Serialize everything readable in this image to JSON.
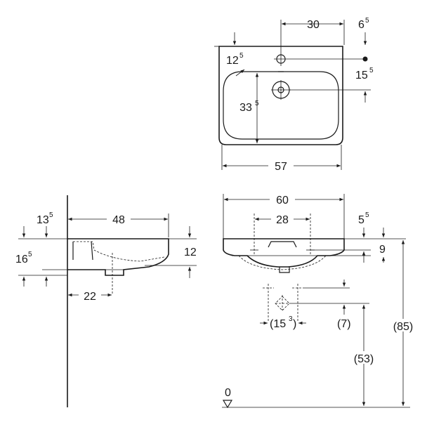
{
  "top_view": {
    "dim_width_top": "30",
    "dim_tap_right_base": "6",
    "dim_tap_right_sup": "5",
    "dim_tap_left_base": "12",
    "dim_tap_left_sup": "5",
    "dim_bowl_right_base": "15",
    "dim_bowl_right_sup": "5",
    "dim_depth_base": "33",
    "dim_depth_sup": "5",
    "dim_bottom_width": "57"
  },
  "side_view": {
    "dim_top_left_base": "13",
    "dim_top_left_sup": "5",
    "dim_depth": "48",
    "dim_left_base": "16",
    "dim_left_sup": "5",
    "dim_height": "12",
    "dim_drain": "22"
  },
  "front_view": {
    "dim_width": "60",
    "dim_holes": "28",
    "dim_right_base": "5",
    "dim_right_sup": "5",
    "dim_rim": "9",
    "dim_fix_open": "(15",
    "dim_fix_sup": "3",
    "dim_fix_close": ")",
    "dim_seven": "(7)",
    "dim_fifty_three": "(53)",
    "dim_eighty_five": "(85)",
    "floor_label": "0"
  }
}
